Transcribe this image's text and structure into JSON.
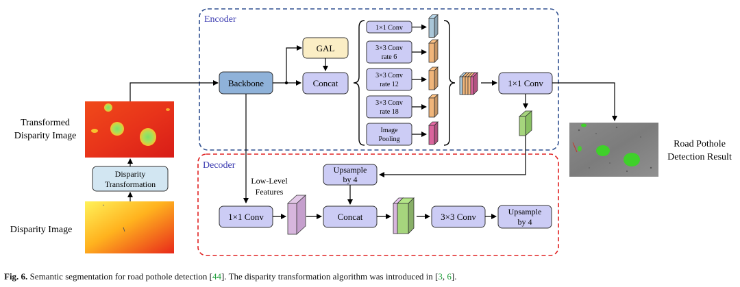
{
  "encoder": {
    "title": "Encoder",
    "gal": "GAL",
    "backbone": "Backbone",
    "concat": "Concat",
    "aspp": [
      {
        "line1": "1×1 Conv",
        "line2": ""
      },
      {
        "line1": "3×3 Conv",
        "line2": "rate 6"
      },
      {
        "line1": "3×3 Conv",
        "line2": "rate 12"
      },
      {
        "line1": "3×3 Conv",
        "line2": "rate 18"
      },
      {
        "line1": "Image",
        "line2": "Pooling"
      }
    ],
    "conv_1x1": "1×1 Conv"
  },
  "decoder": {
    "title": "Decoder",
    "low_level_line1": "Low-Level",
    "low_level_line2": "Features",
    "upsample_top_line1": "Upsample",
    "upsample_top_line2": "by 4",
    "conv_1x1": "1×1 Conv",
    "concat": "Concat",
    "conv_3x3": "3×3 Conv",
    "upsample_out_line1": "Upsample",
    "upsample_out_line2": "by 4"
  },
  "left": {
    "transformed_line1": "Transformed",
    "transformed_line2": "Disparity Image",
    "transform_line1": "Disparity",
    "transform_line2": "Transformation",
    "disparity": "Disparity Image"
  },
  "right": {
    "result_line1": "Road Pothole",
    "result_line2": "Detection Result"
  },
  "caption": {
    "fig": "Fig. 6.",
    "text1": " Semantic segmentation for road pothole detection [",
    "ref1": "44",
    "text2": "]. The disparity transformation algorithm was introduced in [",
    "ref2": "3",
    "sep": ", ",
    "ref3": "6",
    "text3": "]."
  },
  "colors": {
    "encoder_border": "#2f4f8f",
    "decoder_border": "#e02020",
    "box_fill": "#ccccf5",
    "backbone_fill": "#8fb2d9",
    "gal_fill": "#fbeec5",
    "transform_fill": "#d2e6f2",
    "feat_blue": "#a9c6d8",
    "feat_orange": "#f0b57a",
    "feat_pink": "#d9649c",
    "feat_green": "#a6d57d",
    "feat_lilac": "#d7b6dd"
  }
}
